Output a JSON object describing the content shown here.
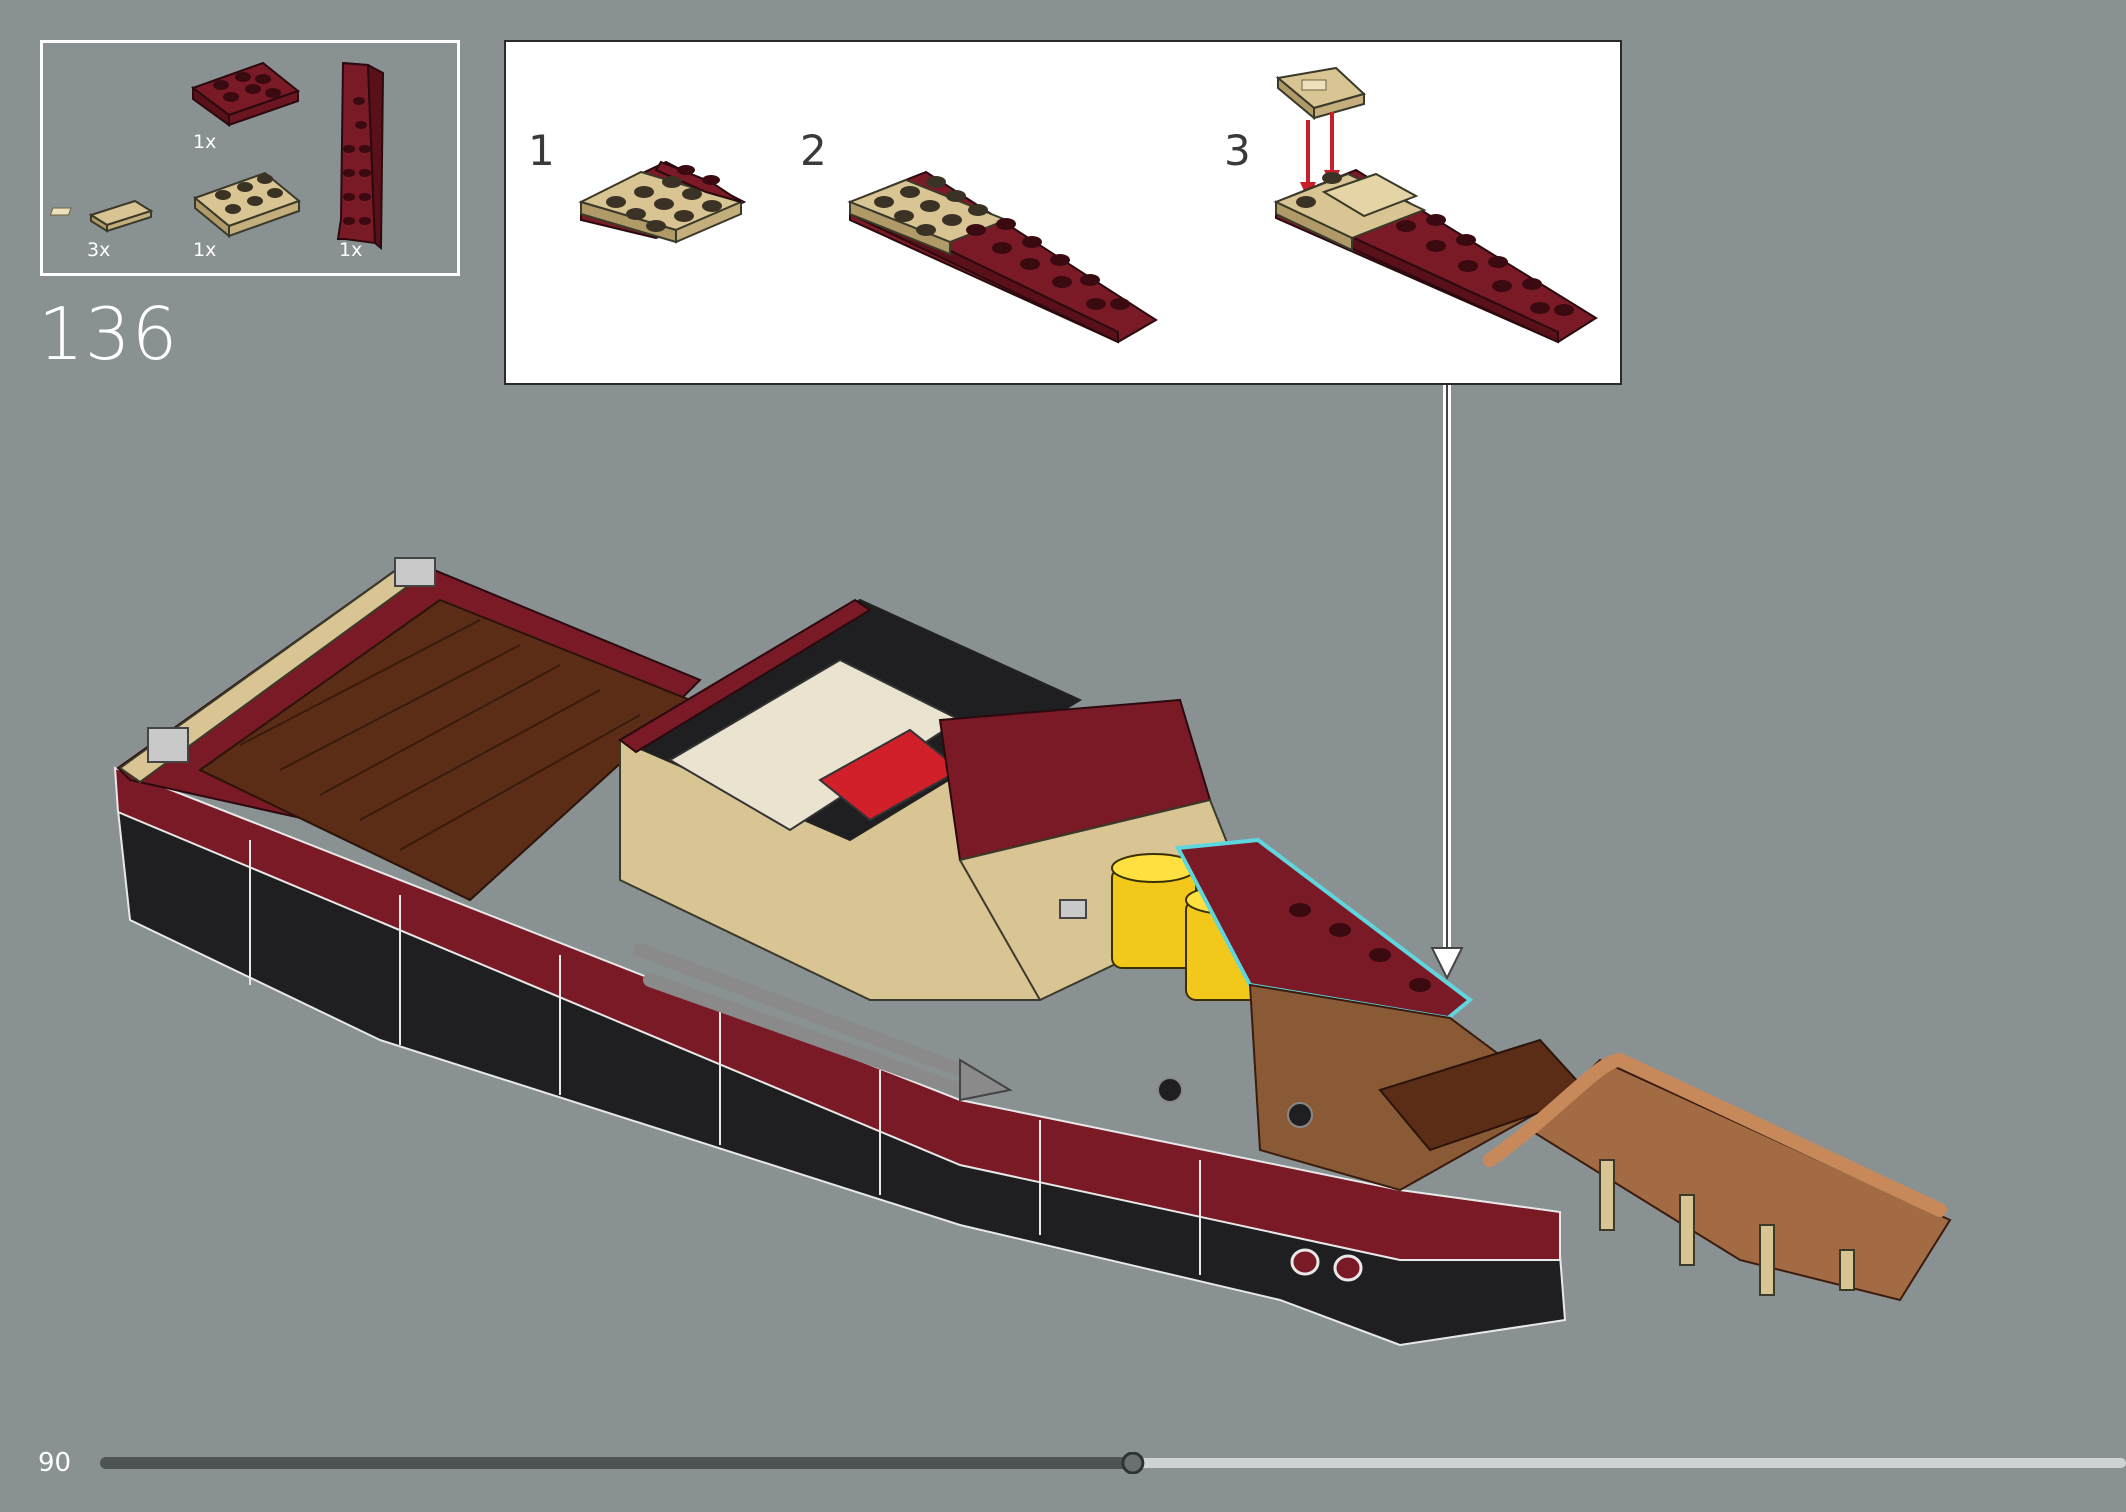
{
  "step": {
    "number": "136"
  },
  "parts": [
    {
      "qty": "1x",
      "color": "#7a1a26",
      "shape": "plate-2x3"
    },
    {
      "qty": "3x",
      "color": "#d9c493",
      "shape": "tile-1x2-grille"
    },
    {
      "qty": "1x",
      "color": "#d9c493",
      "shape": "plate-2x3"
    },
    {
      "qty": "1x",
      "color": "#7a1a26",
      "shape": "wedge-plate"
    }
  ],
  "substeps": [
    "1",
    "2",
    "3"
  ],
  "page": {
    "number": "90"
  },
  "progress": {
    "fraction": 0.51
  },
  "colors": {
    "background": "#8a9193",
    "dark_red": "#7a1a26",
    "tan": "#d9c493",
    "highlight": "#5fd6de",
    "arrow": "#c8202a"
  }
}
